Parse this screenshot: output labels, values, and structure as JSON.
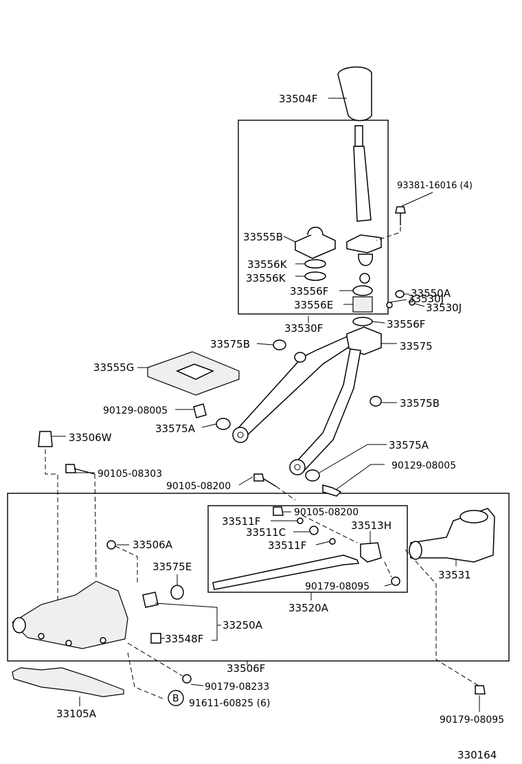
{
  "diagram_id": "330164",
  "labels": {
    "knob": "33504F",
    "bolt_93381": "93381-16016 (4)",
    "boot_33555B": "33555B",
    "ring_33556K_1": "33556K",
    "ring_33556K_2": "33556K",
    "seat_33530J_1": "33530J",
    "part_33556F_1": "33556F",
    "part_33550A": "33550A",
    "seat_33530J_2": "33530J",
    "bushing_33556E": "33556E",
    "lever_assy": "33530F",
    "part_33556F_2": "33556F",
    "bushing_33575B_1": "33575B",
    "retainer_33575": "33575",
    "cover_33555G": "33555G",
    "bolt_90129_1": "90129-08005",
    "bushing_33575B_2": "33575B",
    "bushing_33575A_1": "33575A",
    "plug_33506W": "33506W",
    "bushing_33575A_2": "33575A",
    "bolt_90105_08303": "90105-08303",
    "bolt_90129_2": "90129-08005",
    "bolt_90105_08200_1": "90105-08200",
    "pin_33511F_1": "33511F",
    "bolt_90105_08200_2": "90105-08200",
    "lever_33513H": "33513H",
    "pin_33511C": "33511C",
    "pin_33511F_2": "33511F",
    "part_33506A": "33506A",
    "bushing_33575E": "33575E",
    "housing_33531": "33531",
    "nut_90179_08095_1": "90179-08095",
    "shaft_33520A": "33520A",
    "assy_33250A": "33250A",
    "part_33548F": "33548F",
    "housing_33506F": "33506F",
    "nut_90179_08233": "90179-08233",
    "gasket_33105A": "33105A",
    "circle_letter": "B",
    "bolt_91611": "91611-60825 (6)",
    "nut_90179_08095_2": "90179-08095"
  }
}
